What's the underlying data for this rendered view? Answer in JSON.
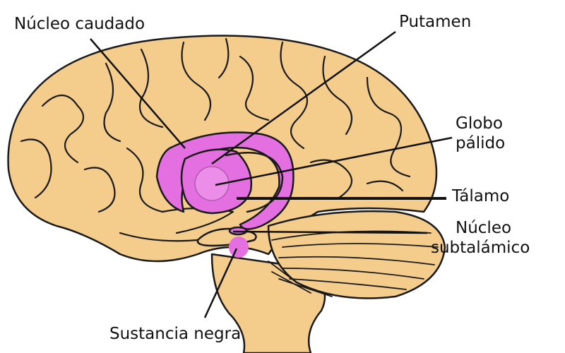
{
  "colors": {
    "brain": "#F4CC8C",
    "highlight": "#E36FE0",
    "highlight_light": "#EC8DEA",
    "outline": "#1a1a1a"
  },
  "labels": {
    "caudate": "Núcleo caudado",
    "putamen": "Putamen",
    "globus_line1": "Globo",
    "globus_line2": "pálido",
    "thalamus": "Tálamo",
    "subthalamic_line1": "Núcleo",
    "subthalamic_line2": "subtalámico",
    "substantia": "Sustancia negra"
  }
}
